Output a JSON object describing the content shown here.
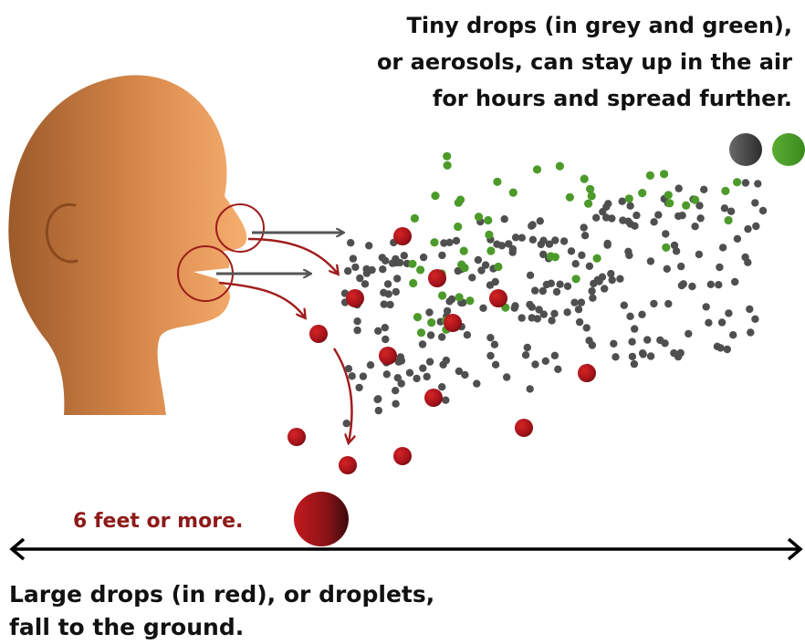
{
  "captions": {
    "top": [
      "Tiny drops (in grey and green),",
      "or aerosols, can stay up in the air",
      "for hours and spread further."
    ],
    "bottom": [
      "Large drops (in red), or droplets,",
      "fall to the ground."
    ],
    "distance": "6 feet or more."
  },
  "legend": {
    "aerosol_colors": [
      "#4d4d4d",
      "#4c9a2a"
    ]
  },
  "colors": {
    "skin_light": "#f3a86a",
    "skin_dark": "#a5602e",
    "droplet_red": "#b0181b",
    "arrow_grey": "#5a5a5a",
    "arrow_red": "#a11d1d"
  }
}
